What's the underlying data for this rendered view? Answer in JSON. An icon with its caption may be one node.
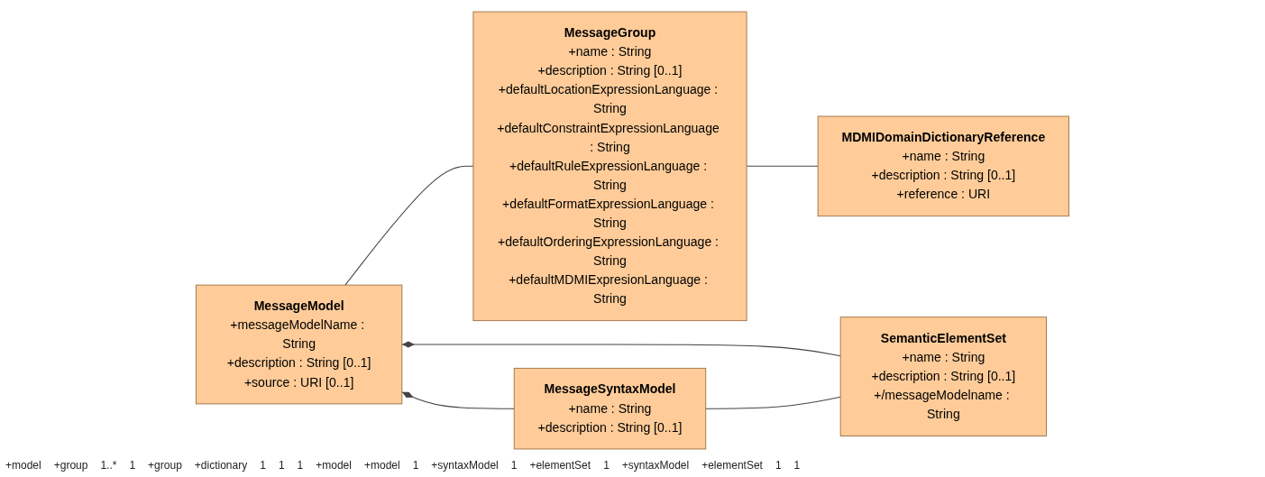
{
  "diagram": {
    "nodes": [
      {
        "text": [
          "MessageModel",
          "+messageModelName : String",
          "+description : String [0..1]",
          "+source : URI [0..1]"
        ]
      },
      {
        "text": [
          "MessageGroup",
          "+name : String",
          "+description : String [0..1]",
          "+defaultLocationExpressionLanguage : String",
          "+defaultConstraintExpressionLanguage : String",
          "+defaultRuleExpressionLanguage : String",
          "+defaultFormatExpressionLanguage : String",
          "+defaultOrderingExpressionLanguage : String",
          "+defaultMDMIExpresionLanguage : String"
        ]
      },
      {
        "text": [
          "MDMIDomainDictionaryReference",
          "+name : String",
          "+description : String [0..1]",
          "+reference : URI"
        ]
      },
      {
        "text": [
          "MessageSyntaxModel",
          "+name : String",
          "+description : String [0..1]"
        ]
      },
      {
        "text": [
          "SemanticElementSet",
          "+name : String",
          "+description : String [0..1]",
          "+/messageModelname : String"
        ]
      }
    ],
    "edges": [
      {
        "from": 0,
        "to": 1,
        "arrow": "none"
      },
      {
        "from": 1,
        "to": 2,
        "arrow": "none"
      },
      {
        "from": 0,
        "to": 3,
        "arrow": "other"
      },
      {
        "from": 0,
        "to": 4,
        "arrow": "other"
      },
      {
        "from": 3,
        "to": 4,
        "arrow": "none"
      }
    ],
    "labels": [
      "+model",
      "+group",
      "1..*",
      "1",
      "+group",
      "+dictionary",
      "1",
      "1",
      "1",
      "+model",
      "+model",
      "1",
      "+syntaxModel",
      "1",
      "+elementSet",
      "1",
      "+syntaxModel",
      "+elementSet",
      "1",
      "1"
    ]
  }
}
